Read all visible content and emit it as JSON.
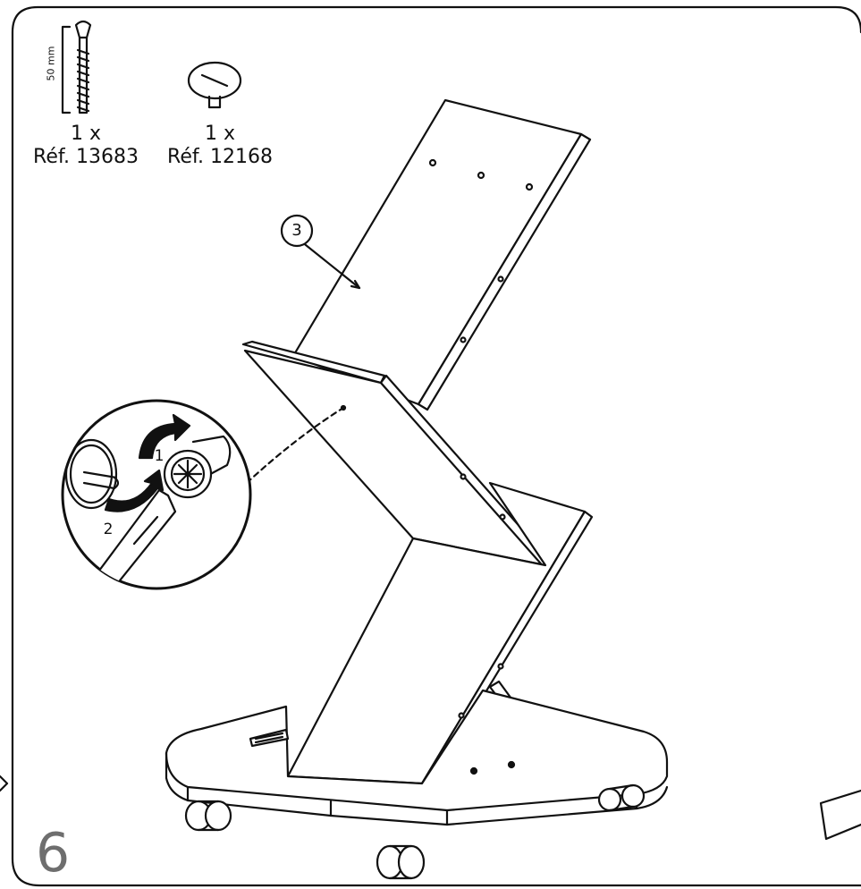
{
  "parts": [
    {
      "qty": "1 x",
      "ref": "Réf. 13683",
      "dimension": "50 mm",
      "icon": "screw-icon"
    },
    {
      "qty": "1 x",
      "ref": "Réf. 12168",
      "icon": "cap-icon"
    }
  ],
  "callout": {
    "part_number": "3"
  },
  "detail": {
    "step_1": "1",
    "step_2": "2"
  },
  "step_number": "6",
  "colors": {
    "line": "#111111",
    "step_number": "#6e6e6e",
    "background": "#ffffff"
  }
}
